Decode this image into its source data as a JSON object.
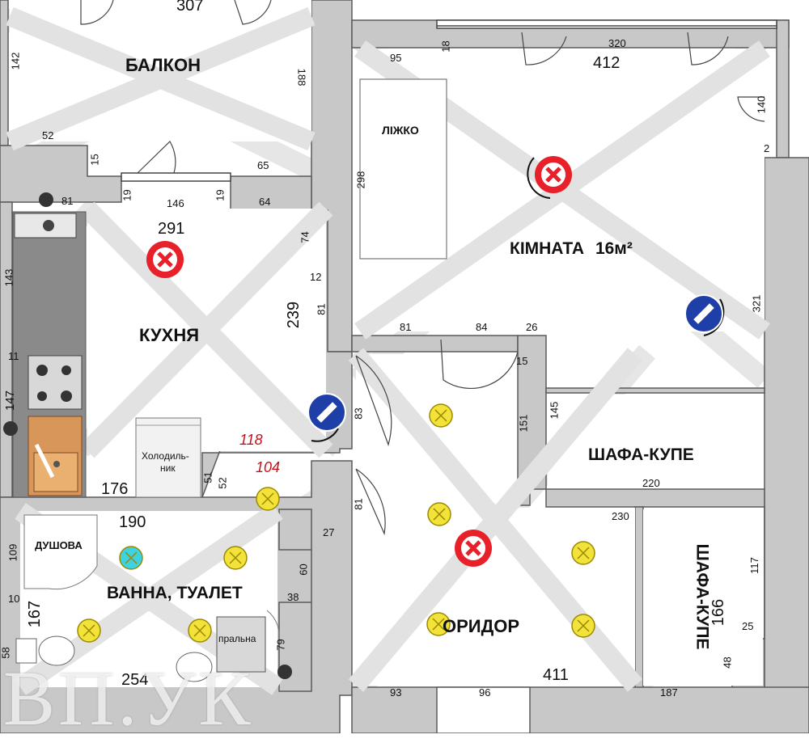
{
  "rooms": {
    "balcony": "БАЛКОН",
    "room": "КІМНАТА",
    "room_area": "16м²",
    "kitchen": "КУХНЯ",
    "bath": "ВАННА, ТУАЛЕТ",
    "corridor": "ОРИДОР",
    "wardrobe1": "ШАФА-КУПЕ",
    "wardrobe2": "ШАФА-КУПЕ"
  },
  "fixtures": {
    "bed": "ЛІЖКО",
    "fridge_line1": "Холодиль-",
    "fridge_line2": "ник",
    "shower": "ДУШОВА",
    "washer": "пральна"
  },
  "dimensions": {
    "d307": "307",
    "d142": "142",
    "d188": "188",
    "d52": "52",
    "d15": "15",
    "d65": "65",
    "d95": "95",
    "d18": "18",
    "d320": "320",
    "d412": "412",
    "d140": "140",
    "d2": "2",
    "d298": "298",
    "d81a": "81",
    "d146": "146",
    "d19a": "19",
    "d19b": "19",
    "d64": "64",
    "d291": "291",
    "d74": "74",
    "d12": "12",
    "d239": "239",
    "d81b": "81",
    "d143": "143",
    "d11": "11",
    "d147": "147",
    "d81c": "81",
    "d84": "84",
    "d26": "26",
    "d15b": "15",
    "d321": "321",
    "d83": "83",
    "d151": "151",
    "d145": "145",
    "d118": "118",
    "d104": "104",
    "d176": "176",
    "d51": "51",
    "d52b": "52",
    "d220": "220",
    "d190": "190",
    "d81d": "81",
    "d230": "230",
    "d109": "109",
    "d27": "27",
    "d117": "117",
    "d60": "60",
    "d10": "10",
    "d167": "167",
    "d38": "38",
    "d166": "166",
    "d25": "25",
    "d79": "79",
    "d48": "48",
    "d254": "254",
    "d411": "411",
    "d93": "93",
    "d96": "96",
    "d187": "187",
    "d58": "58"
  },
  "watermark": "ВП.УК",
  "colors": {
    "wall": "#c8c8c8",
    "wall_edge": "#555555",
    "cross": "#e2e2e2",
    "no_entry": "#e8202a",
    "no_entry_blue": "#1f3fa8",
    "lamp": "#f3e23a",
    "lamp_cyan": "#3fd2e0"
  }
}
